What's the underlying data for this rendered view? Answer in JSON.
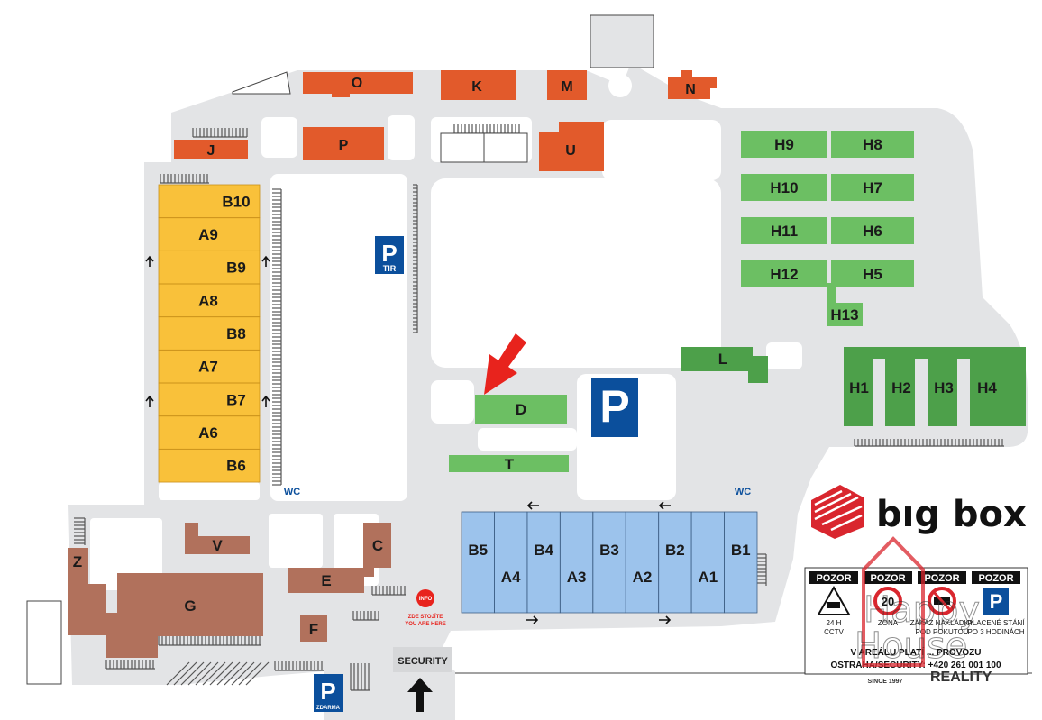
{
  "colors": {
    "road": "#e3e4e6",
    "orange": "#e25a2b",
    "yellow": "#f9c13a",
    "green": "#6cbf63",
    "green_dark": "#4da04a",
    "blue": "#9cc3ec",
    "brown": "#b1715c",
    "parking_blue": "#0b4f9c",
    "arrow_red": "#e8231d",
    "brand_red": "#d9262e"
  },
  "buildings_orange": [
    "O",
    "K",
    "M",
    "N",
    "J",
    "P",
    "U"
  ],
  "buildings_green": [
    "H9",
    "H8",
    "H10",
    "H7",
    "H11",
    "H6",
    "H12",
    "H5",
    "H13",
    "L",
    "D",
    "T",
    "H1",
    "H2",
    "H3",
    "H4"
  ],
  "buildings_blue": [
    "B5",
    "A4",
    "B4",
    "A3",
    "B3",
    "A2",
    "B2",
    "A1",
    "B1"
  ],
  "buildings_brown": [
    "V",
    "C",
    "Z",
    "E",
    "G",
    "F"
  ],
  "yellow_units": [
    "B10",
    "A9",
    "B9",
    "A8",
    "B8",
    "A7",
    "B7",
    "A6",
    "B6"
  ],
  "parking": {
    "tir_letter": "P",
    "tir_sub": "TIR",
    "main_letter": "P",
    "free_letter": "P",
    "free_sub": "ZDARMA"
  },
  "labels": {
    "wc_left": "WC",
    "wc_right": "WC",
    "security": "SECURITY",
    "info": "INFO",
    "you_are_here_cz": "ZDE STOJÍTE",
    "you_are_here_en": "YOU ARE HERE"
  },
  "brand": {
    "name": "bıg box",
    "icon": "big-box-cube-icon"
  },
  "signs": [
    {
      "title": "POZOR",
      "icon": "cctv-camera-icon",
      "line1": "24 H",
      "line2": "CCTV"
    },
    {
      "title": "POZOR",
      "icon": "speed-limit-20-icon",
      "value": "20",
      "line1": "ZÓNA"
    },
    {
      "title": "POZOR",
      "icon": "no-truck-icon",
      "line1": "ZÁKAZ NAKLÁDKY",
      "line2": "POD POKUTOU"
    },
    {
      "title": "POZOR",
      "icon": "parking-icon",
      "line1": "PLACENÉ STÁNÍ",
      "line2": "PO 3 HODINÁCH"
    }
  ],
  "sign_footer": {
    "line1": "V AREÁLU PLATÍ ... PROVOZU",
    "line2": "OSTRAHA/SECURITY: +420 261 001 100"
  },
  "watermark": {
    "word1": "Happy",
    "word2": "House",
    "word3": "REALITY",
    "since": "SINCE 1997"
  }
}
